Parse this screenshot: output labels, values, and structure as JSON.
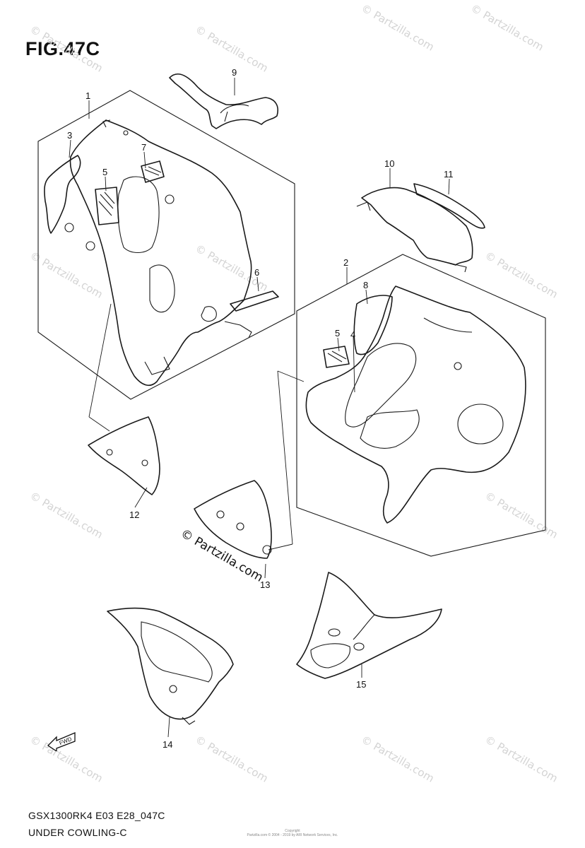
{
  "figure": {
    "title": "FIG.47C",
    "model_code": "GSX1300RK4 E03 E28_047C",
    "section_name": "UNDER COWLING-C"
  },
  "callouts": [
    "1",
    "2",
    "3",
    "4",
    "5",
    "5",
    "6",
    "7",
    "8",
    "9",
    "10",
    "11",
    "12",
    "13",
    "14",
    "15"
  ],
  "watermark": {
    "text": "© Partzilla.com",
    "center_text": "© Partzilla.com"
  },
  "fwd_label": "FWD",
  "copyright": {
    "line1": "Copyright",
    "line2": "Partzilla.com © 2004 - 2019 by ARI Network Services, Inc."
  }
}
